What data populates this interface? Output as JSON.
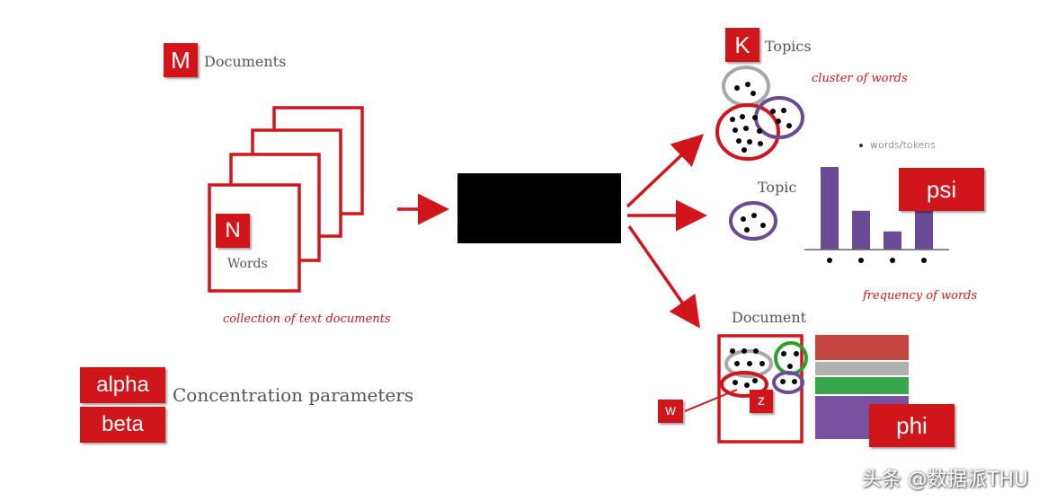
{
  "labels": {
    "M": "M",
    "documents": "Documents",
    "N": "N",
    "words": "Words",
    "collection": "collection of text documents",
    "alpha": "alpha",
    "beta": "beta",
    "concentration": "Concentration parameters",
    "K": "K",
    "topics": "Topics",
    "cluster": "cluster of words",
    "words_tokens": "words/tokens",
    "topic": "Topic",
    "psi": "psi",
    "frequency": "frequency of words",
    "document": "Document",
    "w": "w",
    "z": "z",
    "phi": "phi"
  },
  "watermark": "头条 @数据派THU",
  "colors": {
    "red": "#d0161b",
    "purple": "#6a4b96",
    "gray": "#a8a8a8",
    "green": "#2ca02c",
    "black": "#000000"
  },
  "chart_data": {
    "type": "bar",
    "categories": [
      "",
      "",
      "",
      ""
    ],
    "values": [
      1.0,
      0.47,
      0.22,
      0.48
    ],
    "legend": [
      "words/tokens"
    ]
  }
}
